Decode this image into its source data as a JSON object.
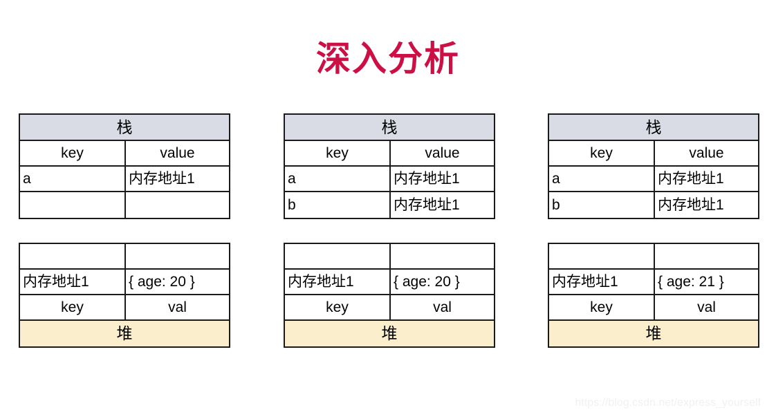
{
  "slide": {
    "title": "深入分析",
    "title_color": "#cc1046",
    "background_color": "#ffffff"
  },
  "palette": {
    "stack_header_fill": "#d9dce5",
    "heap_footer_fill": "#faeecd",
    "border": "#1a1a1a",
    "cell_fill": "#ffffff",
    "watermark_text": "#f1f1f1"
  },
  "stack_tables": [
    {
      "id": "stack-table-1",
      "header": "栈",
      "columns": [
        "key",
        "value"
      ],
      "rows": [
        {
          "key": "a",
          "value": "内存地址1"
        },
        {
          "key": "",
          "value": ""
        }
      ]
    },
    {
      "id": "stack-table-2",
      "header": "栈",
      "columns": [
        "key",
        "value"
      ],
      "rows": [
        {
          "key": "a",
          "value": "内存地址1"
        },
        {
          "key": "b",
          "value": "内存地址1"
        }
      ]
    },
    {
      "id": "stack-table-3",
      "header": "栈",
      "columns": [
        "key",
        "value"
      ],
      "rows": [
        {
          "key": "a",
          "value": "内存地址1"
        },
        {
          "key": "b",
          "value": "内存地址1"
        }
      ]
    }
  ],
  "heap_tables": [
    {
      "id": "heap-table-1",
      "empty_row": {
        "key": "",
        "val": ""
      },
      "entry": {
        "key": "内存地址1",
        "val": "{ age: 20 }"
      },
      "columns": [
        "key",
        "val"
      ],
      "footer": "堆"
    },
    {
      "id": "heap-table-2",
      "empty_row": {
        "key": "",
        "val": ""
      },
      "entry": {
        "key": "内存地址1",
        "val": "{ age: 20 }"
      },
      "columns": [
        "key",
        "val"
      ],
      "footer": "堆"
    },
    {
      "id": "heap-table-3",
      "empty_row": {
        "key": "",
        "val": ""
      },
      "entry": {
        "key": "内存地址1",
        "val": "{ age: 21 }"
      },
      "columns": [
        "key",
        "val"
      ],
      "footer": "堆"
    }
  ],
  "watermark": {
    "text": "https://blog.csdn.net/express_yourself"
  }
}
